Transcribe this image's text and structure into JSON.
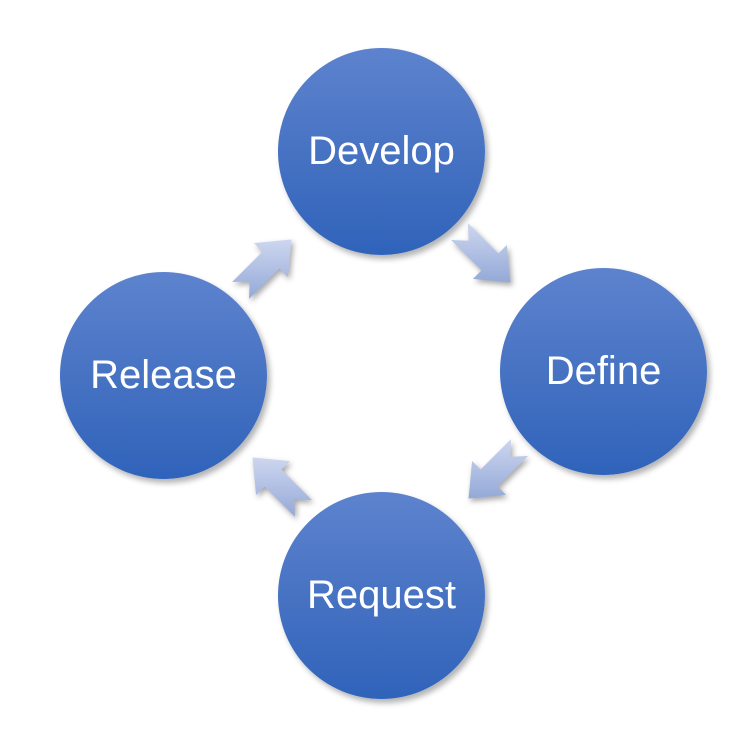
{
  "diagram": {
    "type": "cycle",
    "direction": "clockwise",
    "nodes": [
      {
        "label": "Develop",
        "position": "top"
      },
      {
        "label": "Define",
        "position": "right"
      },
      {
        "label": "Request",
        "position": "bottom"
      },
      {
        "label": "Release",
        "position": "left"
      }
    ],
    "flow": [
      "Develop",
      "Define",
      "Request",
      "Release",
      "Develop"
    ],
    "colors": {
      "node_fill_top": "#5d83ce",
      "node_fill_bottom": "#2f63ba",
      "node_text": "#ffffff",
      "arrow_fill_light": "#c9d3ee",
      "arrow_fill_dark": "#94a9d8",
      "background": "#ffffff"
    }
  }
}
